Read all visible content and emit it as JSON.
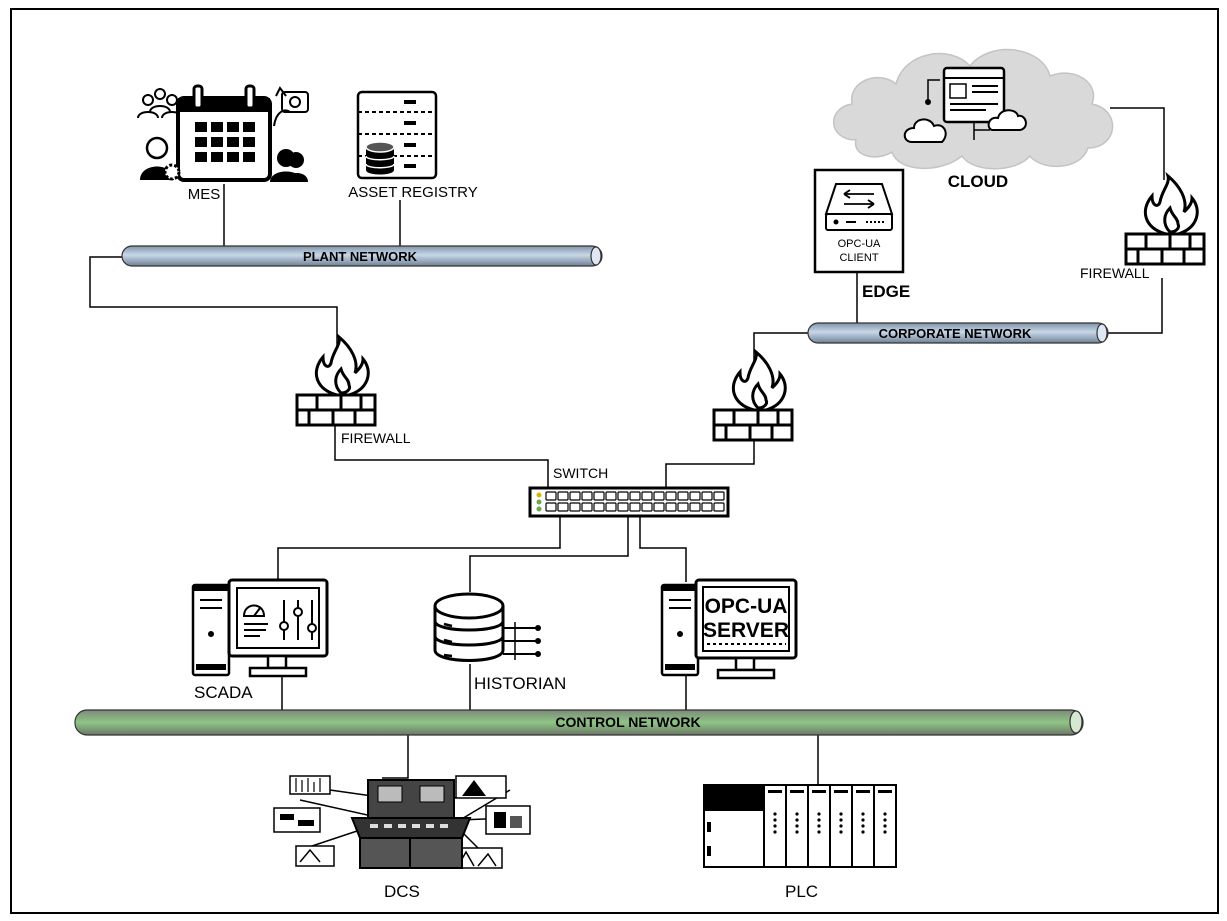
{
  "nodes": {
    "mes": "MES",
    "asset_registry": "ASSET REGISTRY",
    "cloud": "CLOUD",
    "edge": "EDGE",
    "opcua_client": [
      "OPC-UA",
      "CLIENT"
    ],
    "firewall_cloud": "FIREWALL",
    "firewall_plant": "FIREWALL",
    "switch": "SWITCH",
    "scada": "SCADA",
    "historian": "HISTORIAN",
    "opcua_server": [
      "OPC-UA",
      "SERVER"
    ],
    "dcs": "DCS",
    "plc": "PLC"
  },
  "networks": {
    "plant": "PLANT NETWORK",
    "corporate": "CORPORATE NETWORK",
    "control": "CONTROL NETWORK"
  },
  "colors": {
    "pipe_blue": "#b9cde0",
    "pipe_green": "#8fb88a",
    "ink": "#000000",
    "cloud": "#d9d9d9"
  }
}
